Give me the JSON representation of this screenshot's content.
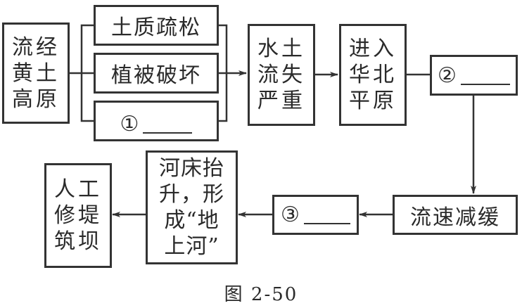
{
  "diagram": {
    "nodes": {
      "source": "流经\n黄土\n高原",
      "cause1": "土质疏松",
      "cause2": "植被破坏",
      "cause3_label": "①",
      "erosion": "水土\n流失\n严重",
      "enter": "进入\n华北\n平原",
      "blank2_label": "②",
      "slow": "流速减缓",
      "blank3_label": "③",
      "riverbed": "河床抬\n升，形\n成“地\n上河”",
      "dam": "人工\n修堤\n筑坝"
    },
    "caption": "图 2-50",
    "line_color": "#333333"
  }
}
